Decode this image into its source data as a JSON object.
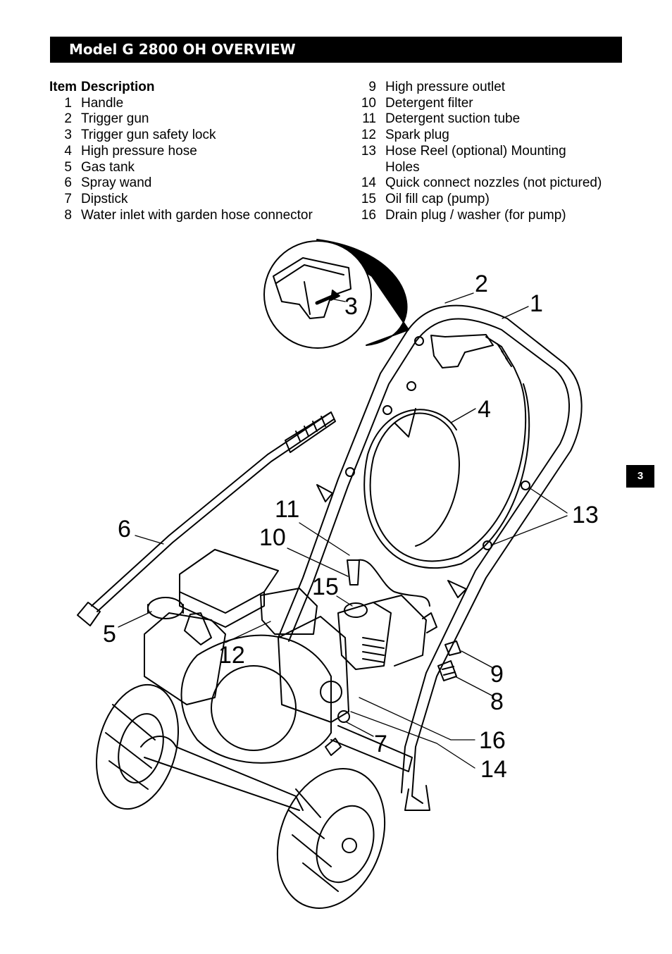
{
  "title": "Model G 2800 OH OVERVIEW",
  "item_header": {
    "item": "Item",
    "description": "Description"
  },
  "items_left": [
    {
      "num": "1",
      "label": "Handle"
    },
    {
      "num": "2",
      "label": "Trigger gun"
    },
    {
      "num": "3",
      "label": "Trigger gun safety lock"
    },
    {
      "num": "4",
      "label": "High  pressure  hose"
    },
    {
      "num": "5",
      "label": "Gas tank"
    },
    {
      "num": "6",
      "label": "Spray  wand"
    },
    {
      "num": "7",
      "label": "Dipstick"
    },
    {
      "num": "8",
      "label": "Water inlet with garden hose connector"
    }
  ],
  "items_right": [
    {
      "num": "9",
      "label": "High pressure outlet"
    },
    {
      "num": "10",
      "label": "Detergent filter"
    },
    {
      "num": "11",
      "label": "Detergent suction tube"
    },
    {
      "num": "12",
      "label": "Spark plug"
    },
    {
      "num": "13",
      "label": "Hose Reel (optional) Mounting"
    },
    {
      "num": "",
      "label": "Holes"
    },
    {
      "num": "14",
      "label": "Quick connect nozzles (not pictured)"
    },
    {
      "num": "15",
      "label": "Oil fill cap (pump)"
    },
    {
      "num": "16",
      "label": "Drain plug / washer (for pump)"
    }
  ],
  "callouts": {
    "c1": "1",
    "c2": "2",
    "c3": "3",
    "c4": "4",
    "c5": "5",
    "c6": "6",
    "c7": "7",
    "c8": "8",
    "c9": "9",
    "c10": "10",
    "c11": "11",
    "c12": "12",
    "c13": "13",
    "c14": "14",
    "c15": "15",
    "c16": "16"
  },
  "page_tab": "3"
}
